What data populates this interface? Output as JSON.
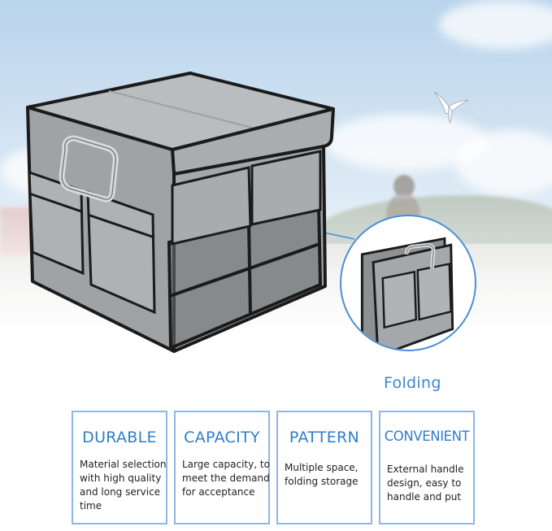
{
  "zoom": {
    "caption": "Folding"
  },
  "features": [
    {
      "title": "DURABLE",
      "lines": [
        "Material selection",
        "with high quality",
        "and long service",
        "time"
      ]
    },
    {
      "title": "CAPACITY",
      "lines": [
        "Large capacity, to",
        "meet the demand",
        "for acceptance"
      ]
    },
    {
      "title": "PATTERN",
      "lines": [
        "Multiple space,",
        "folding storage"
      ]
    },
    {
      "title": "CONVENIENT",
      "lines": [
        "External handle",
        "design, easy to",
        "handle and put"
      ]
    }
  ],
  "colors": {
    "accent": "#3f86cf",
    "card_border": "#8db8e4",
    "box_gray": "#a4a8ab",
    "trim": "#1b1b1b"
  },
  "icons": [
    "seagull-icon",
    "handle-icon"
  ]
}
